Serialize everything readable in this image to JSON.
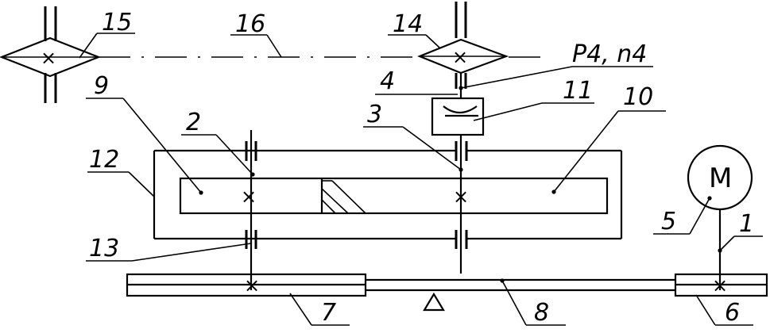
{
  "labels": {
    "l1": "1",
    "l2": "2",
    "l3": "3",
    "l4": "4",
    "l5": "5",
    "l6": "6",
    "l7": "7",
    "l8": "8",
    "l9": "9",
    "l10": "10",
    "l11": "11",
    "l12": "12",
    "l13": "13",
    "l14": "14",
    "l15": "15",
    "l16": "16",
    "power_speed": "P4, n4"
  },
  "motor": {
    "symbol": "M"
  },
  "gear_mark": "×",
  "icons": {
    "shaft_crossing": "x-mark",
    "support": "triangle-support-icon"
  }
}
